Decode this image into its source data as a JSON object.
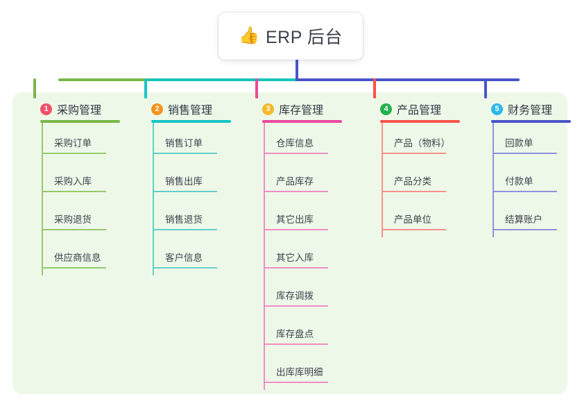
{
  "root": {
    "emoji": "👍",
    "emoji_name": "thumbs-up-icon",
    "title": "ERP 后台"
  },
  "theme": {
    "panel_bg": "#eef8e9",
    "canvas_bg": "#ffffff",
    "stem_color": "#4a54c8",
    "connector_segments": [
      "#7ab648",
      "#17c4b8",
      "#4a54c8"
    ]
  },
  "columns": [
    {
      "index": "1",
      "title": "采购管理",
      "badge_color": "#f2506a",
      "rule_color": "#7ab648",
      "line_color": "#96c96a",
      "drop_color": "#7ab648",
      "items": [
        "采购订单",
        "采购入库",
        "采购退货",
        "供应商信息"
      ]
    },
    {
      "index": "2",
      "title": "销售管理",
      "badge_color": "#f7921e",
      "rule_color": "#17c4c4",
      "line_color": "#63cfc9",
      "drop_color": "#17c4c4",
      "items": [
        "销售订单",
        "销售出库",
        "销售退货",
        "客户信息"
      ]
    },
    {
      "index": "3",
      "title": "库存管理",
      "badge_color": "#f5b92b",
      "rule_color": "#ec4899",
      "line_color": "#ef8fc0",
      "drop_color": "#ec4899",
      "items": [
        "仓库信息",
        "产品库存",
        "其它出库",
        "其它入库",
        "库存调拨",
        "库存盘点",
        "出库库明细"
      ]
    },
    {
      "index": "4",
      "title": "产品管理",
      "badge_color": "#22b14c",
      "rule_color": "#f9524b",
      "line_color": "#f79089",
      "drop_color": "#f9524b",
      "items": [
        "产品（物料）",
        "产品分类",
        "产品单位"
      ]
    },
    {
      "index": "5",
      "title": "财务管理",
      "badge_color": "#2eb8e8",
      "rule_color": "#4a54c8",
      "line_color": "#8d94d8",
      "drop_color": "#4a54c8",
      "items": [
        "回款单",
        "付款单",
        "结算账户"
      ]
    }
  ]
}
